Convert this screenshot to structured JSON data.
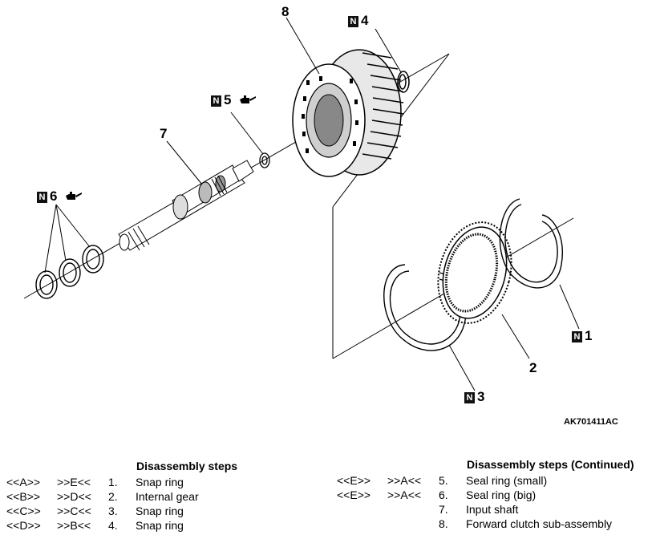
{
  "figure_code": "AK701411AC",
  "callouts": {
    "p1": {
      "num": "1",
      "badge": "N"
    },
    "p2": {
      "num": "2"
    },
    "p3": {
      "num": "3",
      "badge": "N"
    },
    "p4": {
      "num": "4",
      "badge": "N"
    },
    "p5": {
      "num": "5",
      "badge": "N"
    },
    "p6": {
      "num": "6",
      "badge": "N"
    },
    "p7": {
      "num": "7"
    },
    "p8": {
      "num": "8"
    }
  },
  "steps_left": {
    "heading": "Disassembly steps",
    "rows": [
      {
        "a": "<<A>>",
        "b": ">>E<<",
        "num": "1.",
        "label": "Snap ring"
      },
      {
        "a": "<<B>>",
        "b": ">>D<<",
        "num": "2.",
        "label": "Internal gear"
      },
      {
        "a": "<<C>>",
        "b": ">>C<<",
        "num": "3.",
        "label": "Snap ring"
      },
      {
        "a": "<<D>>",
        "b": ">>B<<",
        "num": "4.",
        "label": "Snap ring"
      }
    ]
  },
  "steps_right": {
    "heading": "Disassembly steps (Continued)",
    "rows": [
      {
        "a": "<<E>>",
        "b": ">>A<<",
        "num": "5.",
        "label": "Seal ring (small)"
      },
      {
        "a": "<<E>>",
        "b": ">>A<<",
        "num": "6.",
        "label": "Seal ring (big)"
      },
      {
        "a": "",
        "b": "",
        "num": "7.",
        "label": "Input shaft"
      },
      {
        "a": "",
        "b": "",
        "num": "8.",
        "label": "Forward clutch sub-assembly"
      }
    ]
  }
}
